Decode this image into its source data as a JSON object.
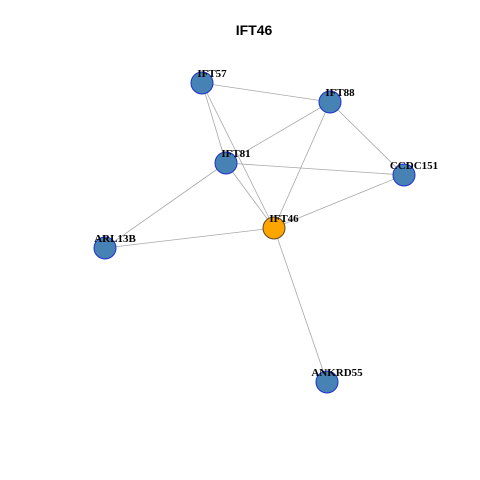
{
  "title": "IFT46",
  "colors": {
    "hub_fill": "#FFA500",
    "hub_stroke": "#5a4a2a",
    "node_fill": "#4682B4",
    "node_stroke": "#1f2fd0",
    "edge": "#a8a8a8",
    "background": "#ffffff"
  },
  "nodes": [
    {
      "id": "IFT57",
      "label": "IFT57",
      "hub": false
    },
    {
      "id": "IFT88",
      "label": "IFT88",
      "hub": false
    },
    {
      "id": "IFT81",
      "label": "IFT81",
      "hub": false
    },
    {
      "id": "CCDC151",
      "label": "CCDC151",
      "hub": false
    },
    {
      "id": "IFT46",
      "label": "IFT46",
      "hub": true
    },
    {
      "id": "ARL13B",
      "label": "ARL13B",
      "hub": false
    },
    {
      "id": "ANKRD55",
      "label": "ANKRD55",
      "hub": false
    }
  ],
  "edges": [
    [
      "IFT57",
      "IFT88"
    ],
    [
      "IFT57",
      "IFT81"
    ],
    [
      "IFT57",
      "IFT46"
    ],
    [
      "IFT88",
      "IFT81"
    ],
    [
      "IFT88",
      "CCDC151"
    ],
    [
      "IFT88",
      "IFT46"
    ],
    [
      "IFT81",
      "CCDC151"
    ],
    [
      "IFT81",
      "IFT46"
    ],
    [
      "IFT81",
      "ARL13B"
    ],
    [
      "CCDC151",
      "IFT46"
    ],
    [
      "IFT46",
      "ARL13B"
    ],
    [
      "IFT46",
      "ANKRD55"
    ]
  ]
}
